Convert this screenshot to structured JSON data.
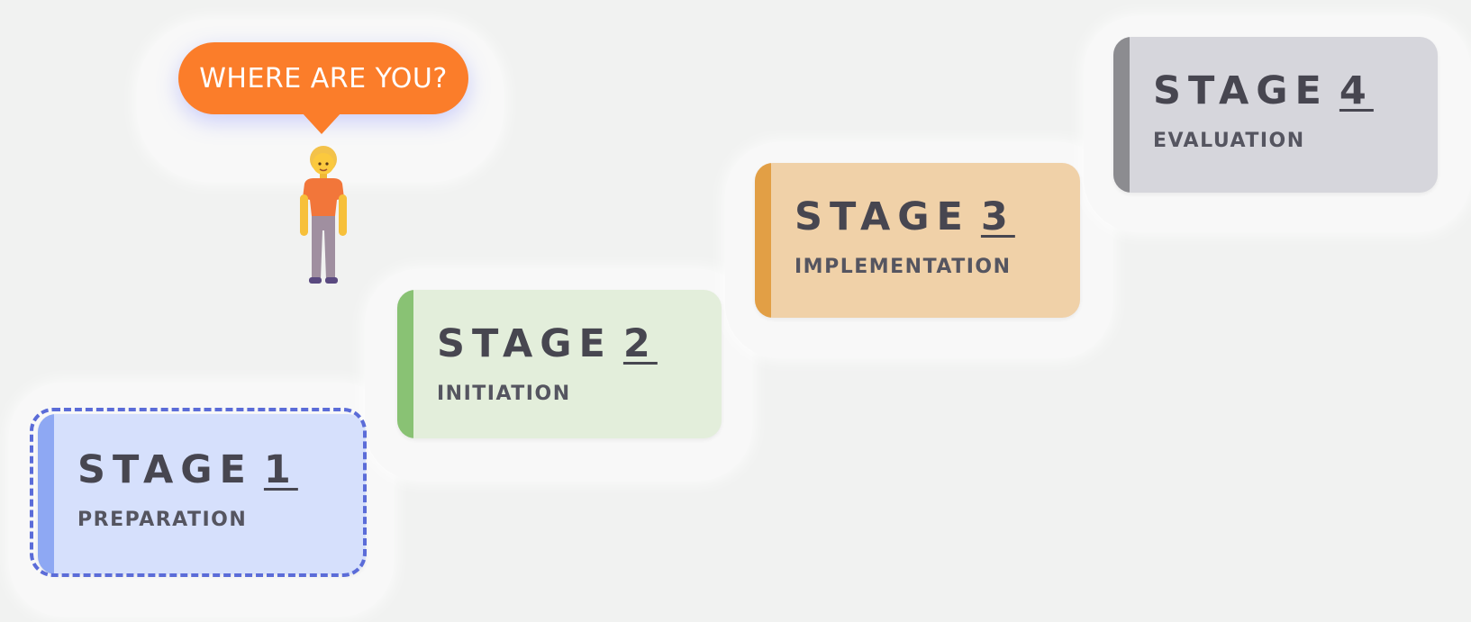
{
  "bubble": {
    "text": "WHERE ARE YOU?",
    "color": "#fb7d2a"
  },
  "person": {
    "icon": "person-standing-icon"
  },
  "stages": [
    {
      "label": "STAGE",
      "number": "1",
      "name": "PREPARATION",
      "background": "#d6e0fc",
      "accent": "#8ea8f3",
      "selected": true
    },
    {
      "label": "STAGE",
      "number": "2",
      "name": "INITIATION",
      "background": "#e3eedb",
      "accent": "#89c274",
      "selected": false
    },
    {
      "label": "STAGE",
      "number": "3",
      "name": "IMPLEMENTATION",
      "background": "#f0d1a8",
      "accent": "#e29f45",
      "selected": false
    },
    {
      "label": "STAGE",
      "number": "4",
      "name": "EVALUATION",
      "background": "#d6d6dc",
      "accent": "#8c8c90",
      "selected": false
    }
  ]
}
